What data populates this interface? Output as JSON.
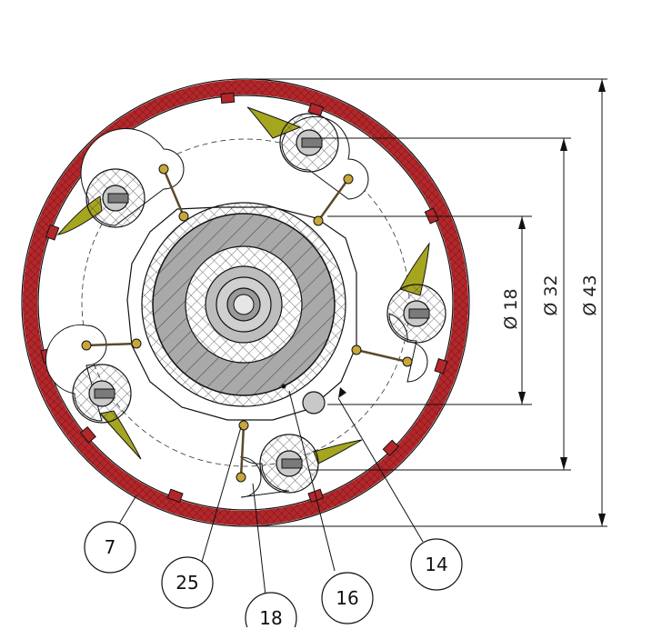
{
  "dimensions": [
    {
      "id": "d18",
      "label": "Ø 18"
    },
    {
      "id": "d32",
      "label": "Ø 32"
    },
    {
      "id": "d43",
      "label": "Ø 43"
    }
  ],
  "balloons": [
    {
      "id": "b7",
      "label": "7"
    },
    {
      "id": "b25",
      "label": "25"
    },
    {
      "id": "b18",
      "label": "18"
    },
    {
      "id": "b16",
      "label": "16"
    },
    {
      "id": "b14",
      "label": "14"
    }
  ],
  "colors": {
    "housing": "#b3272b",
    "blade": "#a6a520",
    "hub": "#a9a9a9",
    "hubDark": "#8c8c8c",
    "line": "#111111"
  }
}
